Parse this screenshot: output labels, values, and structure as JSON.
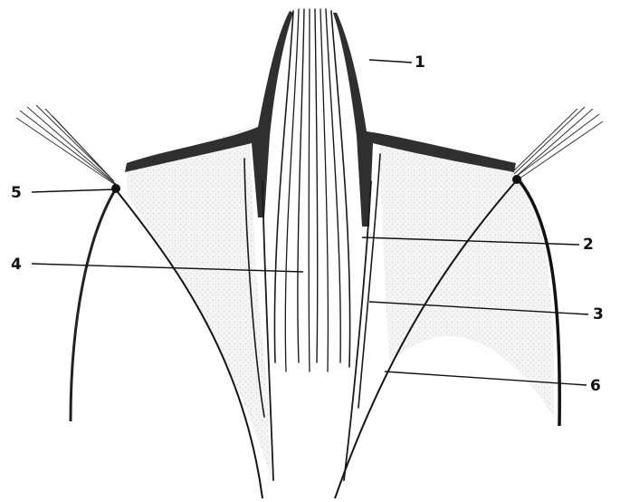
{
  "labels": {
    "l1": "1",
    "l2": "2",
    "l3": "3",
    "l4": "4",
    "l5": "5",
    "l6": "6"
  },
  "colors": {
    "background": "#ffffff",
    "ink": "#111111",
    "dark_band": "#2f2f2f",
    "stipple": "#e6e6e6"
  }
}
